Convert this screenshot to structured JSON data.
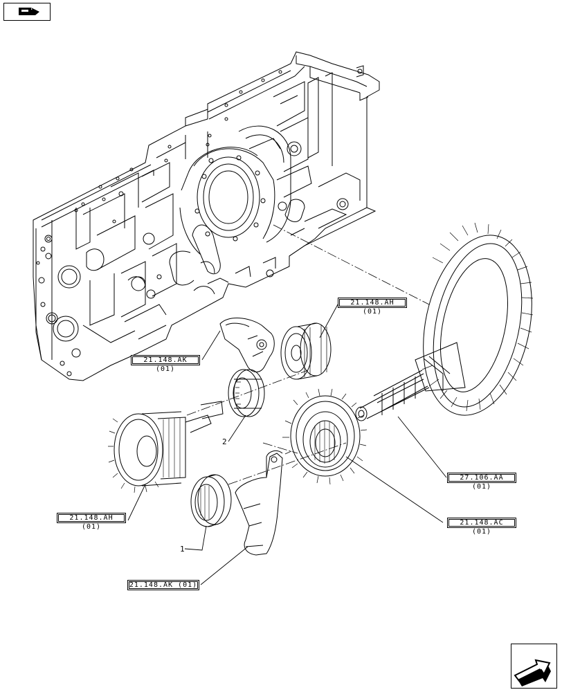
{
  "navigation": {
    "back_icon": "hand-pointing-icon",
    "forward_icon": "arrow-page-forward-icon"
  },
  "callouts": [
    {
      "id": "c1",
      "text": "21.148.AH (01)"
    },
    {
      "id": "c2",
      "text": "21.148.AK (01)"
    },
    {
      "id": "c3",
      "text": "21.148.AH (01)"
    },
    {
      "id": "c4",
      "text": "27.106.AA (01)"
    },
    {
      "id": "c5",
      "text": "21.148.AC (01)"
    },
    {
      "id": "c6",
      "text": "21.148.AK (01)"
    }
  ],
  "item_numbers": {
    "one": "1",
    "two": "2"
  }
}
